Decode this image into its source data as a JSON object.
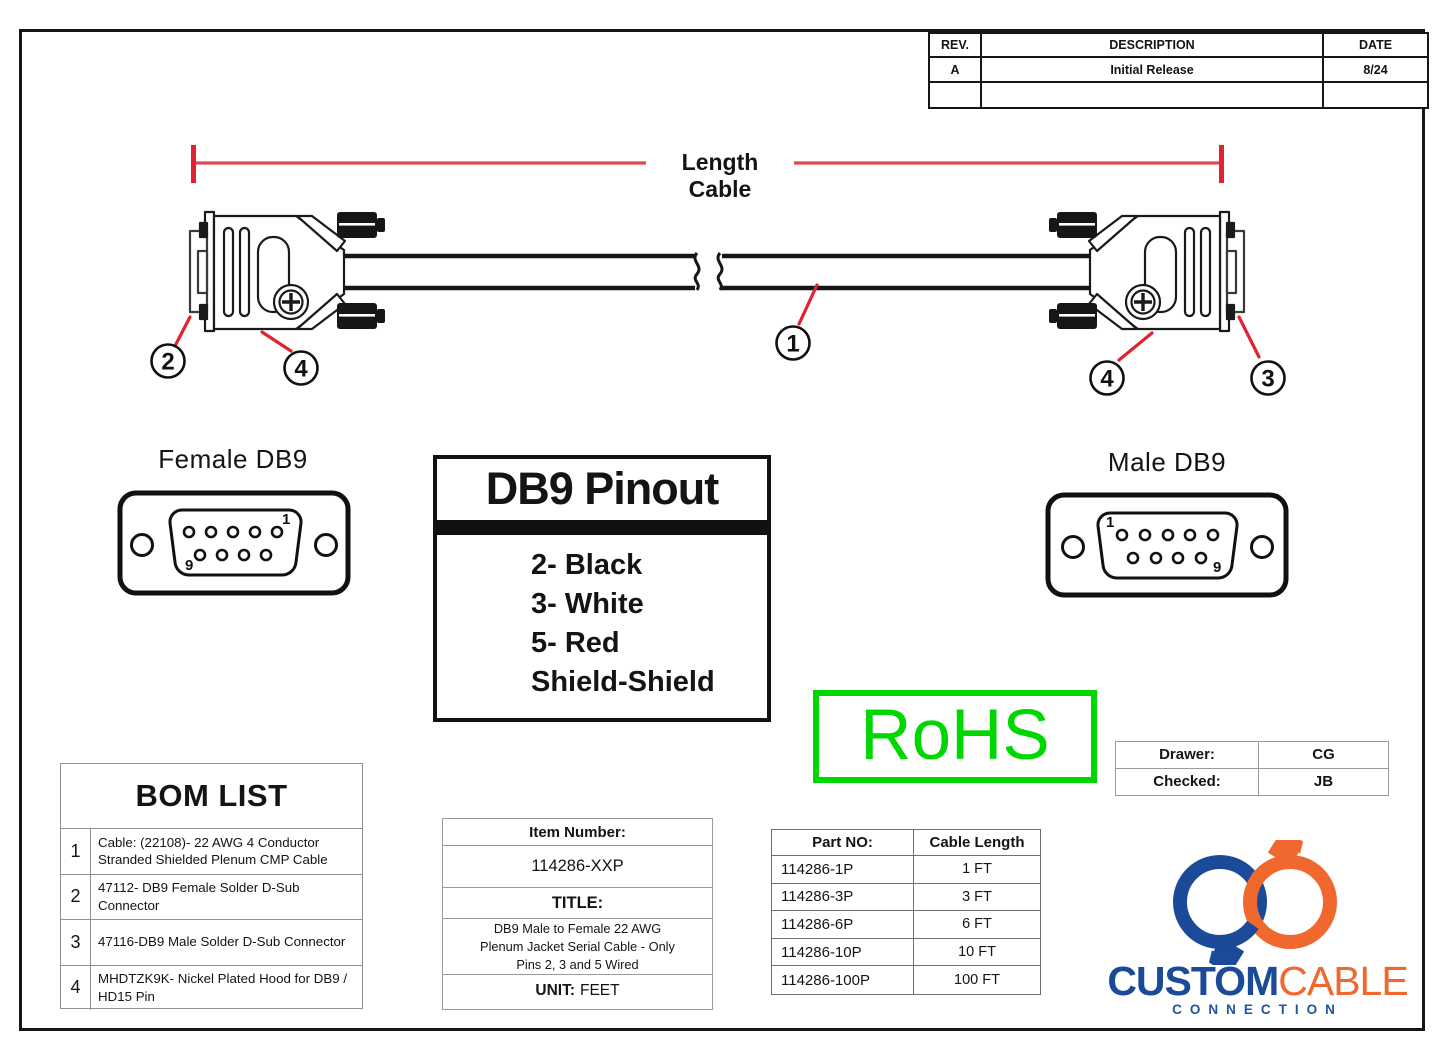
{
  "revision": {
    "headers": {
      "rev": "REV.",
      "description": "DESCRIPTION",
      "date": "DATE"
    },
    "rows": [
      {
        "rev": "A",
        "description": "Initial Release",
        "date": "8/24"
      },
      {
        "rev": "",
        "description": "",
        "date": ""
      }
    ]
  },
  "drawing": {
    "dimension_label": "Length Cable",
    "callouts": {
      "c1": "1",
      "c2": "2",
      "c3": "3",
      "c4_left": "4",
      "c4_right": "4"
    }
  },
  "female_db9": {
    "label": "Female DB9",
    "pin_first": "1",
    "pin_last": "9"
  },
  "male_db9": {
    "label": "Male DB9",
    "pin_first": "1",
    "pin_last": "9"
  },
  "pinout": {
    "title": "DB9 Pinout",
    "lines": [
      "2- Black",
      "3- White",
      "5- Red",
      "Shield-Shield"
    ]
  },
  "rohs": {
    "label": "RoHS"
  },
  "approval": {
    "drawer_label": "Drawer:",
    "drawer": "CG",
    "checked_label": "Checked:",
    "checked": "JB"
  },
  "bom": {
    "title": "BOM LIST",
    "items": [
      {
        "no": "1",
        "desc": "Cable: (22108)- 22 AWG 4 Conductor Stranded Shielded Plenum CMP Cable"
      },
      {
        "no": "2",
        "desc": "47112- DB9 Female Solder D-Sub Connector"
      },
      {
        "no": "3",
        "desc": "47116-DB9 Male Solder D-Sub Connector"
      },
      {
        "no": "4",
        "desc": "MHDTZK9K- Nickel Plated Hood for DB9 / HD15 Pin"
      }
    ]
  },
  "item_info": {
    "item_number_label": "Item Number:",
    "item_number": "114286-XXP",
    "title_label": "TITLE:",
    "title": "DB9 Male to Female 22 AWG Plenum Jacket Serial Cable - Only Pins 2, 3 and 5 Wired",
    "title_lines": [
      "DB9 Male to Female 22 AWG",
      "Plenum Jacket Serial Cable - Only",
      "Pins 2, 3 and 5 Wired"
    ],
    "unit_label": "UNIT:",
    "unit": "FEET"
  },
  "part_table": {
    "col1": "Part NO:",
    "col2": "Cable Length",
    "rows": [
      {
        "part": "114286-1P",
        "length": "1 FT"
      },
      {
        "part": "114286-3P",
        "length": "3 FT"
      },
      {
        "part": "114286-6P",
        "length": "6 FT"
      },
      {
        "part": "114286-10P",
        "length": "10 FT"
      },
      {
        "part": "114286-100P",
        "length": "100 FT"
      }
    ]
  },
  "logo": {
    "word1": "CUSTOM",
    "word2": "CABLE",
    "word3": "CONNECTION"
  },
  "colors": {
    "leader_red": "#e02330",
    "dimension_red": "#df4a52",
    "rohs_green": "#00d600",
    "logo_blue": "#1b4b98",
    "logo_orange": "#f1682e",
    "line_black": "#161616"
  }
}
